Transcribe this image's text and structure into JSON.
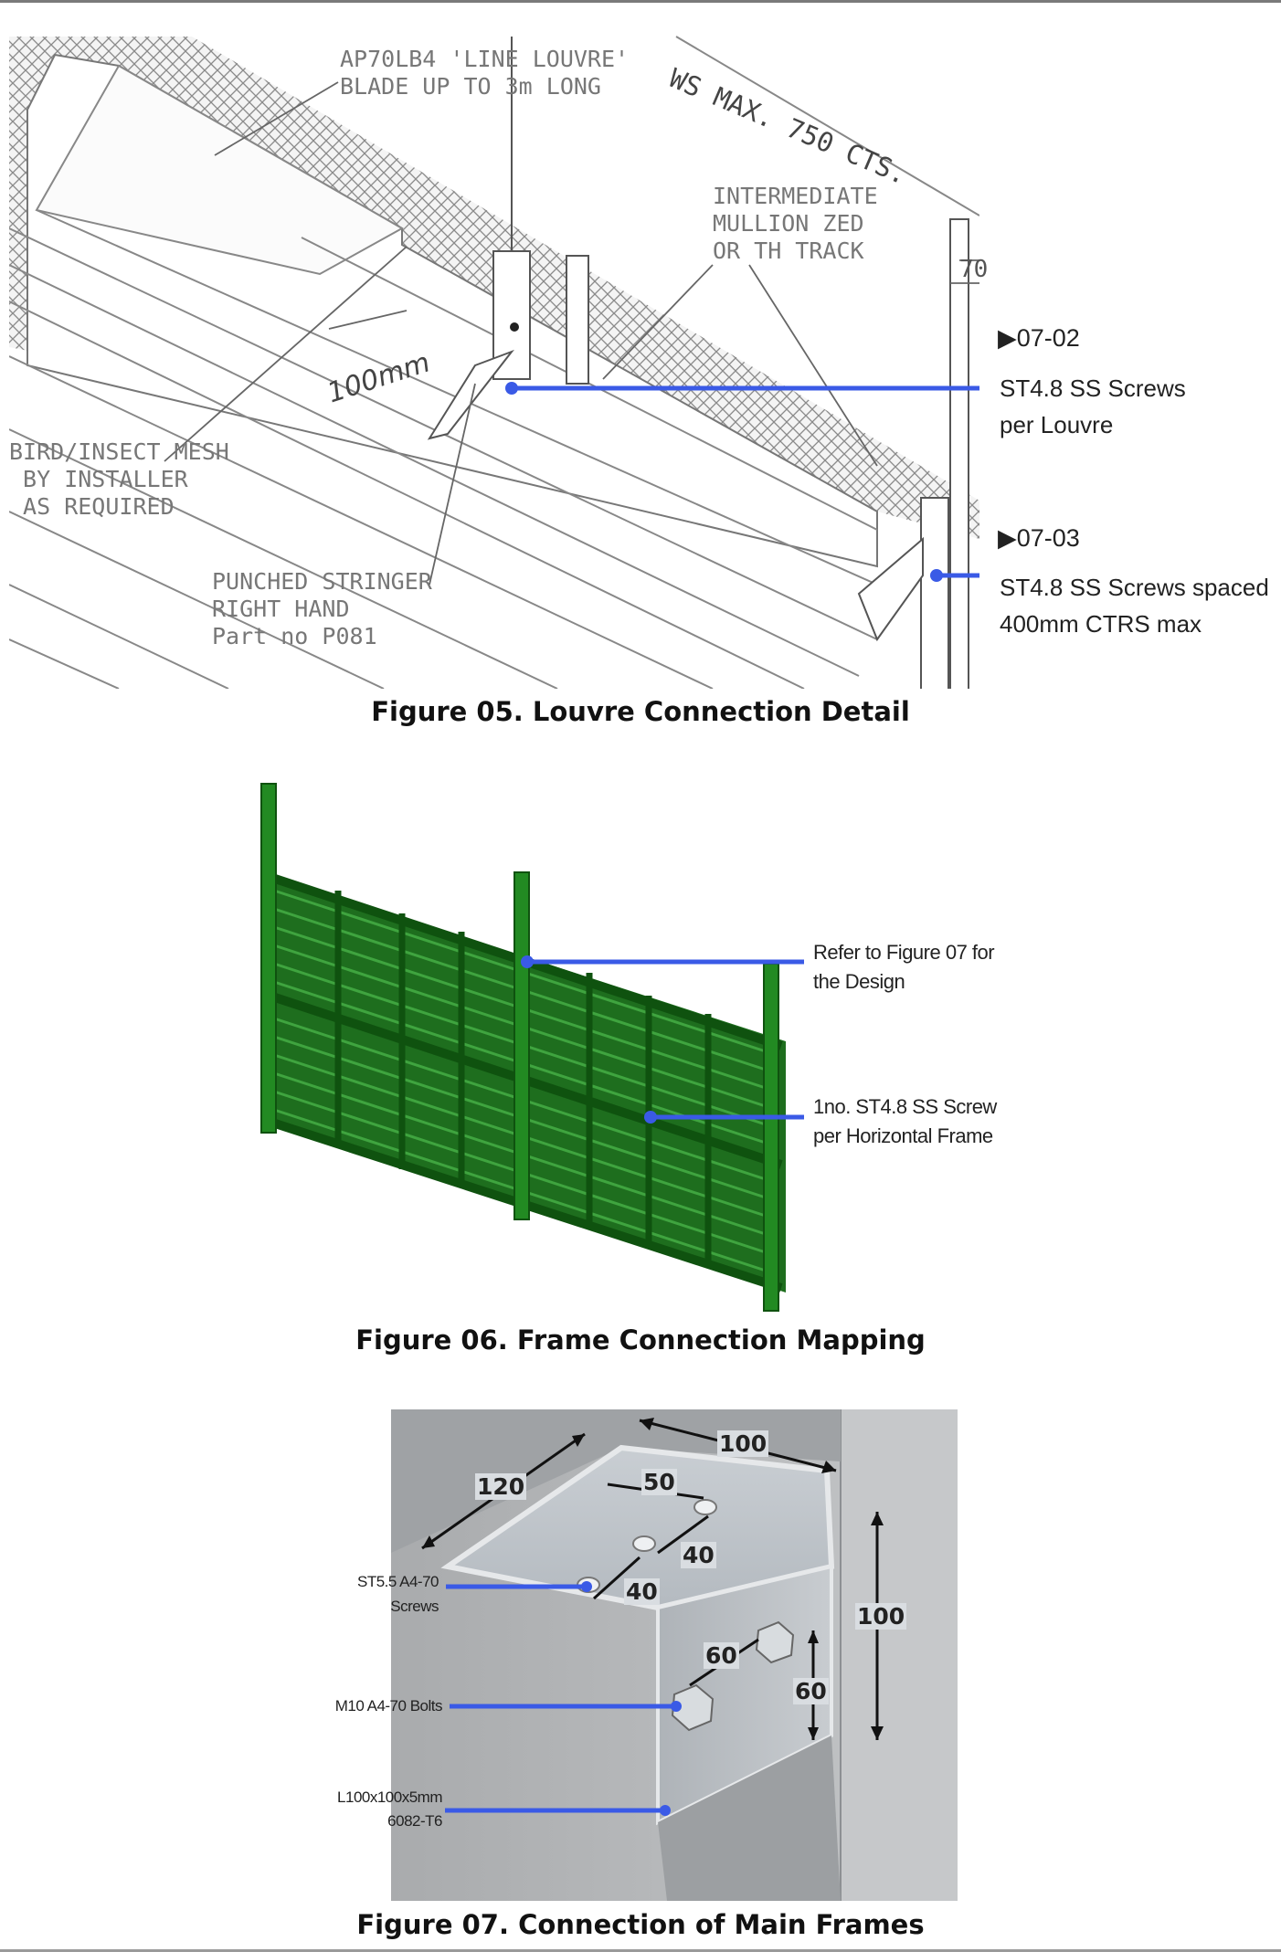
{
  "fig05": {
    "caption": "Figure 05. Louvre Connection Detail",
    "drawing_labels": {
      "blade": "AP70LB4 'LINE LOUVRE'\nBLADE UP TO 3m LONG",
      "max_cts": "WS MAX. 750 CTS.",
      "mullion": "INTERMEDIATE\nMULLION ZED\nOR TH TRACK",
      "mesh": "BIRD/INSECT MESH\n BY INSTALLER\n AS REQUIRED",
      "stringer": "PUNCHED STRINGER\nRIGHT HAND\nPart no P081",
      "dim_100mm": "100mm",
      "dim_70": "70"
    },
    "callout_1": {
      "ref": "▶07-02",
      "line1": "ST4.8 SS Screws",
      "line2": "per Louvre"
    },
    "callout_2": {
      "ref": "▶07-03",
      "line1": "ST4.8 SS Screws spaced",
      "line2": "400mm CTRS max"
    }
  },
  "fig06": {
    "caption": "Figure 06. Frame Connection Mapping",
    "callout_1": {
      "line1": "Refer to Figure 07 for",
      "line2": "the Design"
    },
    "callout_2": {
      "line1": "1no. ST4.8 SS Screw",
      "line2": "per Horizontal Frame"
    }
  },
  "fig07": {
    "caption": "Figure 07. Connection of Main Frames",
    "callout_screws": {
      "line1": "ST5.5 A4-70",
      "line2": "Screws"
    },
    "callout_bolts": {
      "line1": "M10 A4-70 Bolts"
    },
    "callout_angle": {
      "line1": "L100x100x5mm",
      "line2": "6082-T6"
    },
    "dims": {
      "d100_top": "100",
      "d120": "120",
      "d50": "50",
      "d40_a": "40",
      "d40_b": "40",
      "d60_a": "60",
      "d60_b": "60",
      "d100_side": "100"
    }
  },
  "colors": {
    "callout_line": "#3a5ae6",
    "frame_green": "#1f7a1f",
    "hatch": "#8a8a8a"
  }
}
